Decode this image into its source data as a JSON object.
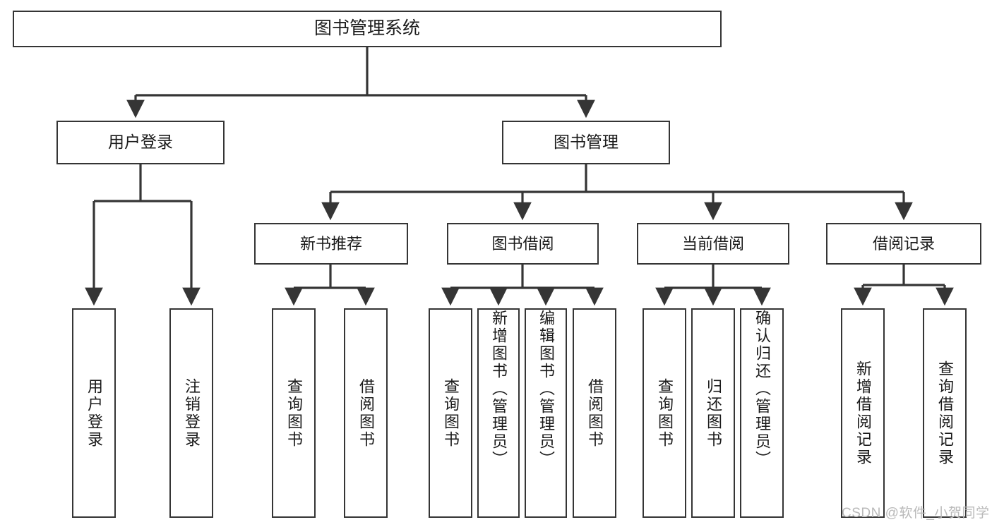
{
  "diagram": {
    "title": "图书管理系统",
    "watermark": "CSDN @软件_小贺同学",
    "line_color": "#353535",
    "box_border_color": "#353535",
    "background": "#ffffff",
    "nodes": {
      "root": {
        "label": "图书管理系统"
      },
      "level2": [
        {
          "id": "user-login",
          "label": "用户登录"
        },
        {
          "id": "book-manage",
          "label": "图书管理"
        }
      ],
      "level3": [
        {
          "id": "new-book-recommend",
          "label": "新书推荐"
        },
        {
          "id": "book-borrow",
          "label": "图书借阅"
        },
        {
          "id": "current-borrow",
          "label": "当前借阅"
        },
        {
          "id": "borrow-record",
          "label": "借阅记录"
        }
      ],
      "leaves": {
        "user_login": [
          {
            "id": "leaf-user-login",
            "label": "用户登录"
          },
          {
            "id": "leaf-logout-login",
            "label": "注销登录"
          }
        ],
        "new_book_recommend": [
          {
            "id": "leaf-query-book-1",
            "label": "查询图书"
          },
          {
            "id": "leaf-borrow-book-1",
            "label": "借阅图书"
          }
        ],
        "book_borrow": [
          {
            "id": "leaf-query-book-2",
            "label": "查询图书"
          },
          {
            "id": "leaf-add-book-admin",
            "label": "新增图书（管理员）"
          },
          {
            "id": "leaf-edit-book-admin",
            "label": "编辑图书（管理员）"
          },
          {
            "id": "leaf-borrow-book-2",
            "label": "借阅图书"
          }
        ],
        "current_borrow": [
          {
            "id": "leaf-query-book-3",
            "label": "查询图书"
          },
          {
            "id": "leaf-return-book",
            "label": "归还图书"
          },
          {
            "id": "leaf-confirm-return-admin",
            "label": "确认归还（管理员）"
          }
        ],
        "borrow_record": [
          {
            "id": "leaf-add-borrow-record",
            "label": "新增借阅记录"
          },
          {
            "id": "leaf-query-borrow-record",
            "label": "查询借阅记录"
          }
        ]
      }
    }
  }
}
